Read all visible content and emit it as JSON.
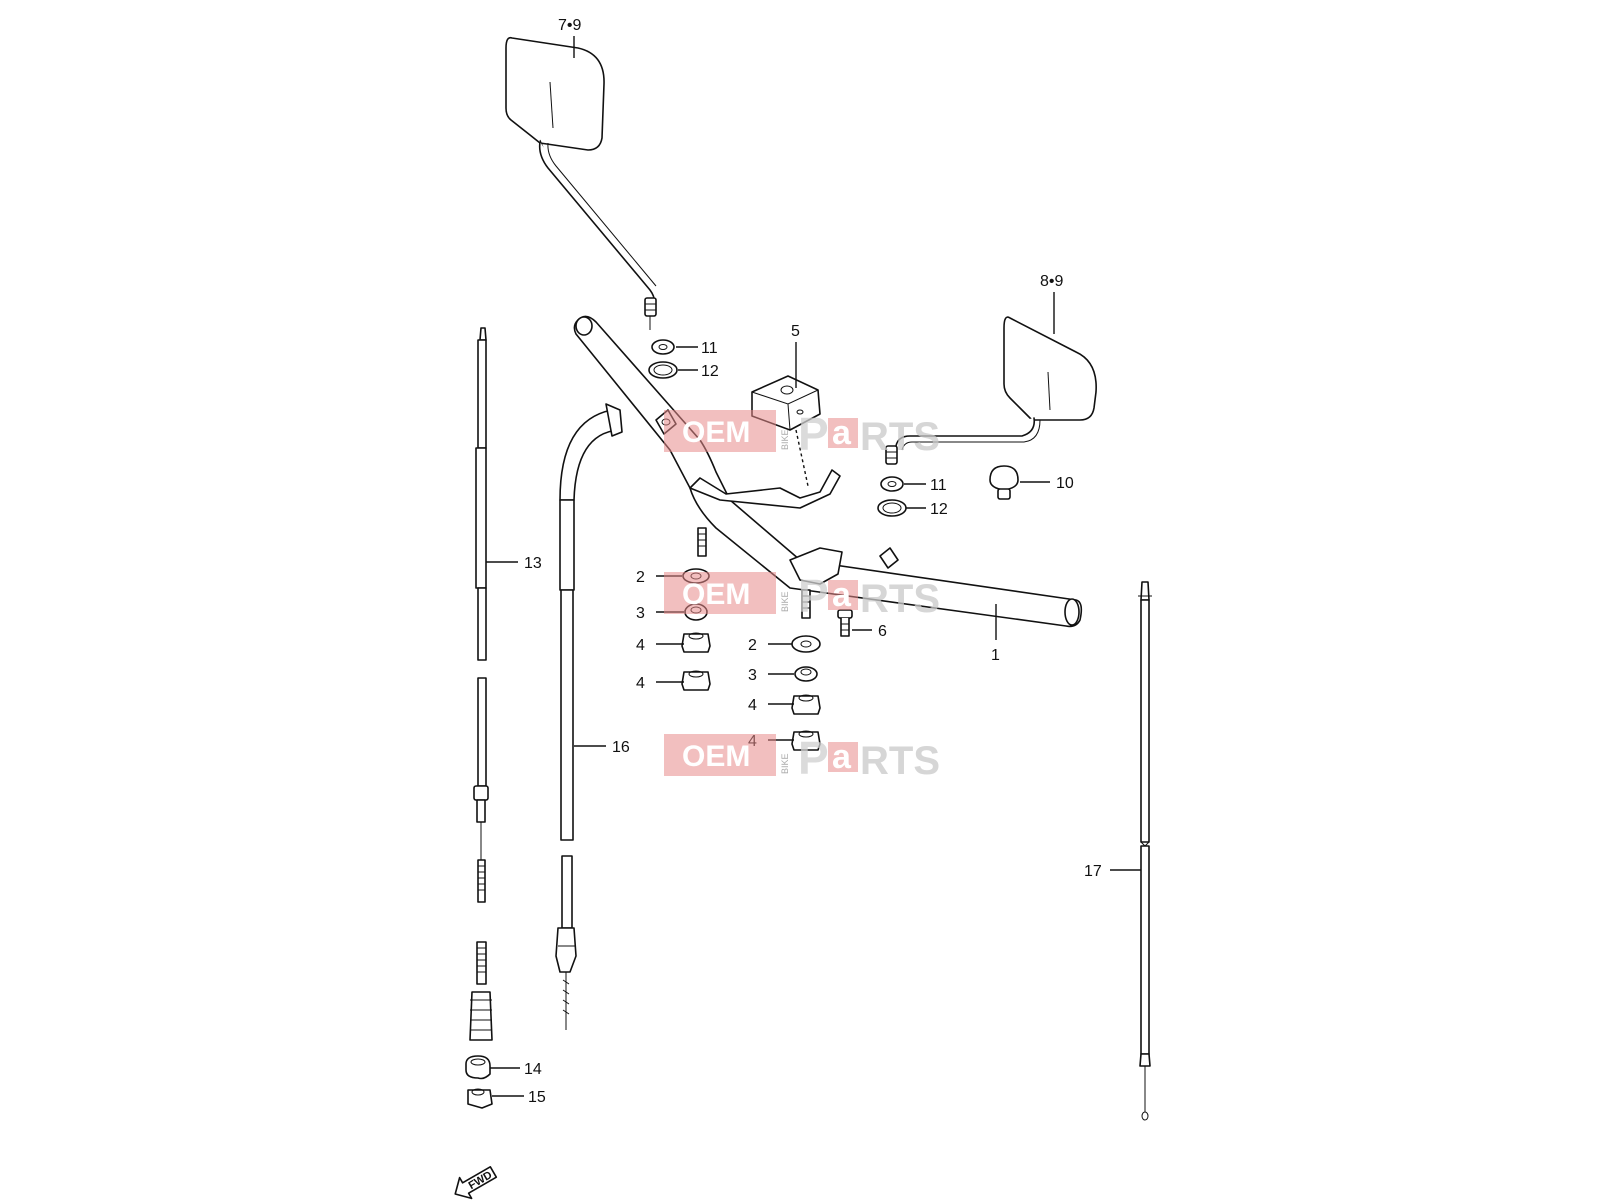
{
  "labels": {
    "mirror_left": "7•9",
    "mirror_right": "8•9",
    "p11a": "11",
    "p12a": "12",
    "p5": "5",
    "p11b": "11",
    "p12b": "12",
    "p10": "10",
    "p13": "13",
    "p2a": "2",
    "p3a": "3",
    "p4a": "4",
    "p4b": "4",
    "p2b": "2",
    "p3b": "3",
    "p4c": "4",
    "p4d": "4",
    "p6": "6",
    "p1": "1",
    "p16": "16",
    "p17": "17",
    "p14": "14",
    "p15": "15"
  },
  "watermark": {
    "oem": "OEM",
    "bike": "BIKE",
    "p": "P",
    "a": "a",
    "rts": "RTS"
  },
  "fwd_text": "FWD",
  "colors": {
    "line": "#111111",
    "watermark_red": "#e88a8a",
    "watermark_grey": "#c9c9c9"
  }
}
